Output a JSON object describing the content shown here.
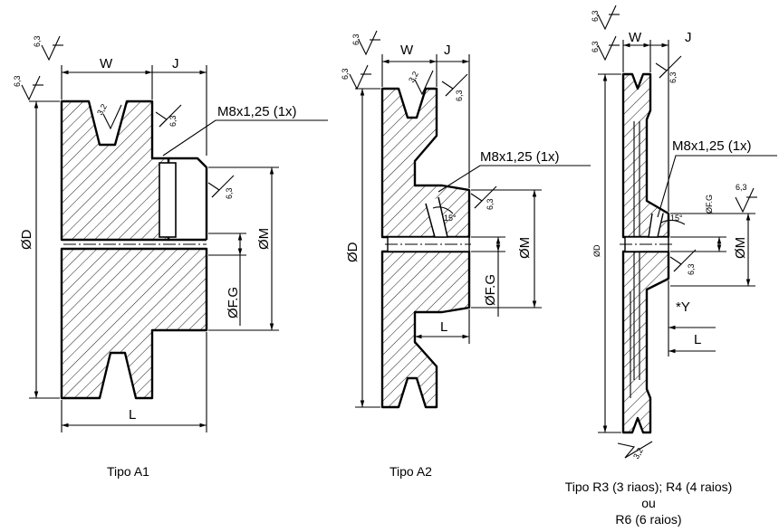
{
  "labels": {
    "roughness": "6,3",
    "roughness_fine": "3,2",
    "width": "W",
    "offset": "J",
    "thread": "M8x1,25 (1x)",
    "diameter": "ØD",
    "hub_diameter": "ØM",
    "bore": "ØF.G",
    "length": "L",
    "angle": "15°",
    "y": "*Y"
  },
  "captions": {
    "a1": "Tipo A1",
    "a2": "Tipo A2",
    "r_line1": "Tipo R3 (3 riaos); R4 (4 raios)",
    "r_line2": "ou",
    "r_line3": "R6 (6 raios)"
  }
}
